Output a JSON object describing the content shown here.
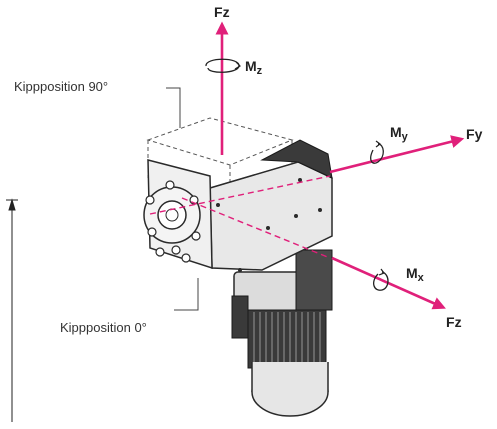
{
  "colors": {
    "axis": "#e0207a",
    "gear_body": "#e8e8e8",
    "gear_edge": "#2a2a2a",
    "motor_dark": "#3a3a3a"
  },
  "callouts": {
    "tilt_90": "Kippposition 90°",
    "tilt_0": "Kippposition 0°"
  },
  "axes": {
    "fz_top": {
      "main": "F",
      "sub": "z"
    },
    "mz": {
      "main": "M",
      "sub": "z"
    },
    "my": {
      "main": "M",
      "sub": "y"
    },
    "fy": {
      "main": "F",
      "sub": "y"
    },
    "mx": {
      "main": "M",
      "sub": "x"
    },
    "fz_bottom": {
      "main": "F",
      "sub": "z"
    }
  },
  "icons": [
    "moment-arrow-icon",
    "force-arrow-icon"
  ]
}
